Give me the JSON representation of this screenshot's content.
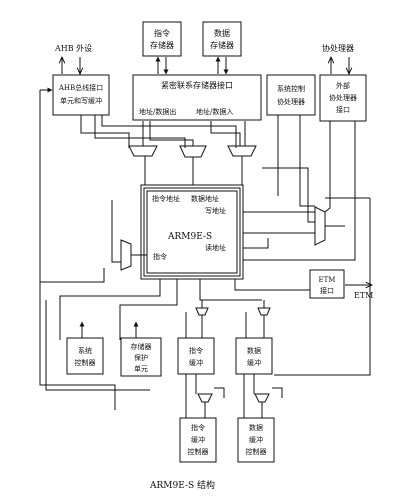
{
  "blocks": {
    "instr_mem": [
      "指令",
      "存储器"
    ],
    "data_mem": [
      "数据",
      "存储器"
    ],
    "tcm_iface": "紧密联系存储器接口",
    "addr_data_out": "地址/数据出",
    "addr_data_in": "地址/数据入",
    "ahb_iface": [
      "AHB总线接口",
      "单元和写缓冲"
    ],
    "sys_copro": [
      "系统控制",
      "协处理器"
    ],
    "ext_copro": [
      "外部",
      "协处理器",
      "接口"
    ],
    "core": {
      "name": "ARM9E-S",
      "instr_addr": "指令地址",
      "data_addr": "数据地址",
      "write_addr": "写地址",
      "read_addr": "读地址",
      "instr": "指令"
    },
    "etm_iface": [
      "ETM",
      "接口"
    ],
    "sys_ctrl": [
      "系统",
      "控制器"
    ],
    "mpu": [
      "存储器",
      "保护",
      "单元"
    ],
    "icache": [
      "指令",
      "缓冲"
    ],
    "dcache": [
      "数据",
      "缓冲"
    ],
    "icache_ctrl": [
      "指令",
      "缓冲",
      "控制器"
    ],
    "dcache_ctrl": [
      "数据",
      "缓冲",
      "控制器"
    ]
  },
  "external": {
    "ahb_periph": "AHB 外设",
    "coprocessor": "协处理器",
    "etm_out": "ETM"
  },
  "caption": "ARM9E-S 结构"
}
